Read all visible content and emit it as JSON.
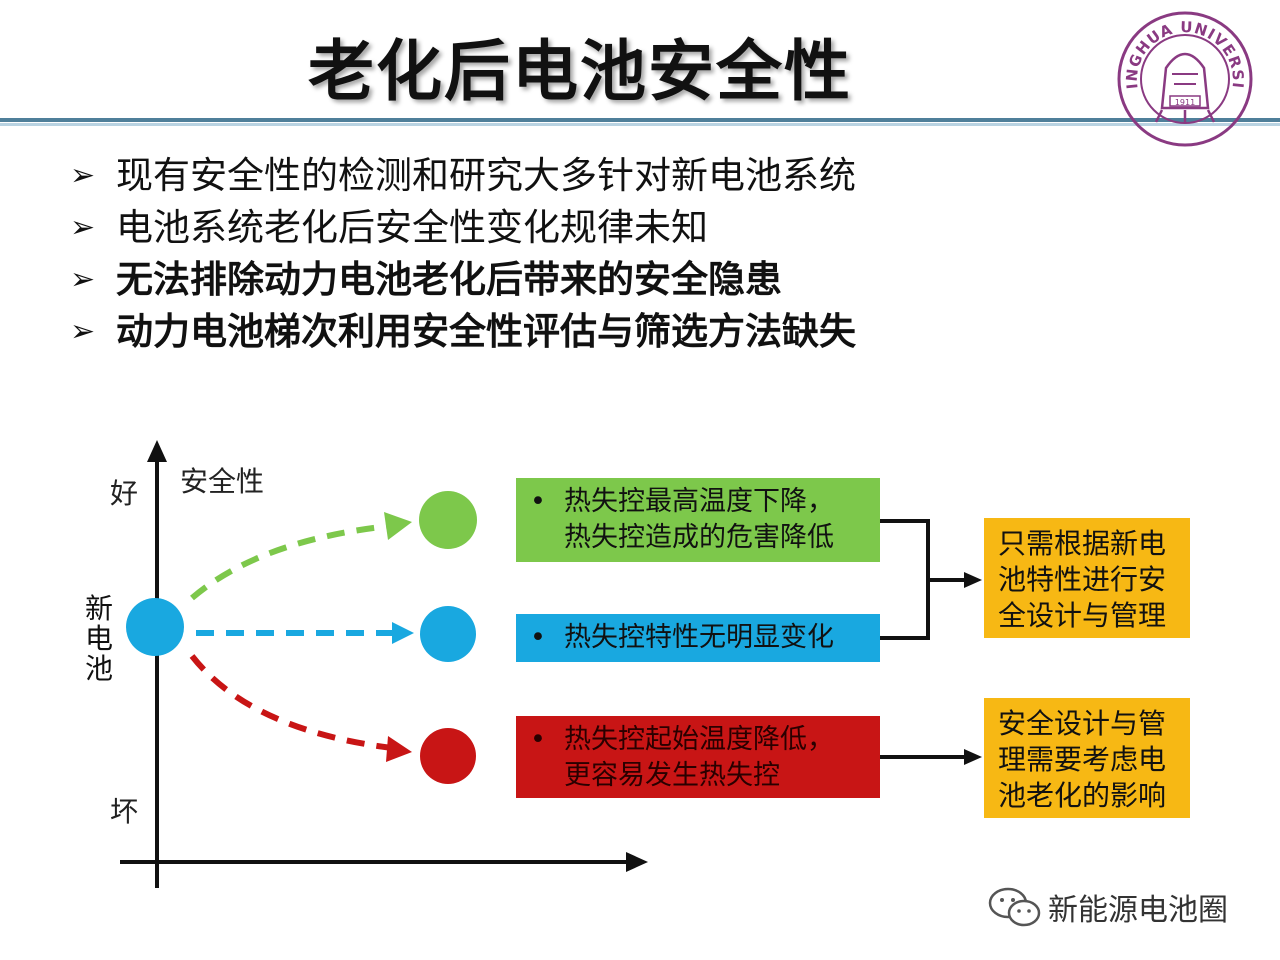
{
  "title": "老化后电池安全性",
  "logo": {
    "text_top": "TSINGHUA UNIVERSITY",
    "year": "1911",
    "color": "#8a3a82"
  },
  "bullets": [
    {
      "text": "现有安全性的检测和研究大多针对新电池系统",
      "bold": false
    },
    {
      "text": "电池系统老化后安全性变化规律未知",
      "bold": false
    },
    {
      "text": "无法排除动力电池老化后带来的安全隐患",
      "bold": true
    },
    {
      "text": "动力电池梯次利用安全性评估与筛选方法缺失",
      "bold": true
    }
  ],
  "diagram": {
    "y_axis_label": "安全性",
    "top_label": "好",
    "bottom_label": "坏",
    "origin_label": "新电池",
    "boxes": {
      "green": [
        "热失控最高温度下降，",
        "热失控造成的危害降低"
      ],
      "blue": [
        "热失控特性无明显变化"
      ],
      "red": [
        "热失控起始温度降低，",
        "更容易发生热失控"
      ]
    },
    "results": {
      "top": [
        "只需根据新电",
        "池特性进行安",
        "全设计与管理"
      ],
      "bottom": [
        "安全设计与管",
        "理需要考虑电",
        "池老化的影响"
      ]
    },
    "colors": {
      "green": "#7dc84b",
      "blue": "#19a8e0",
      "red": "#c81515",
      "orange": "#f7b814"
    }
  },
  "watermark": "新能源电池圈"
}
